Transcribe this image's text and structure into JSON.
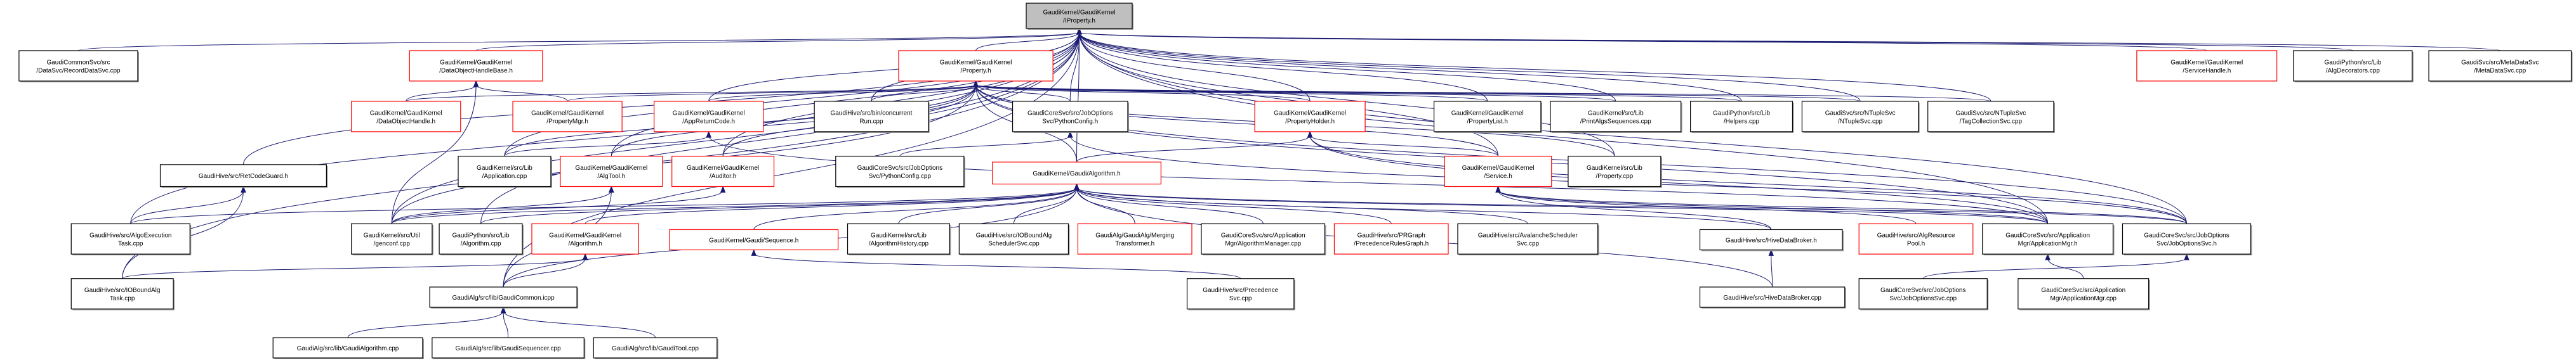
{
  "title": "Include dependency graph for GaudiKernel/GaudiKernel/IProperty.h",
  "colors": {
    "edge": "#191970",
    "root_fill": "#bfbfbf",
    "default_border": "#000000",
    "truncated_border": "#ff0000",
    "node_fill": "#ffffff"
  },
  "nodes": [
    {
      "id": "iproperty",
      "lines": [
        "GaudiKernel/GaudiKernel",
        "/IProperty.h"
      ],
      "kind": "root"
    },
    {
      "id": "recorddatasvc",
      "lines": [
        "GaudiCommonSvc/src",
        "/DataSvc/RecordDataSvc.cpp"
      ],
      "kind": "normal"
    },
    {
      "id": "dataobjecthandlebase",
      "lines": [
        "GaudiKernel/GaudiKernel",
        "/DataObjectHandleBase.h"
      ],
      "kind": "truncated"
    },
    {
      "id": "property_h",
      "lines": [
        "GaudiKernel/GaudiKernel",
        "/Property.h"
      ],
      "kind": "truncated"
    },
    {
      "id": "servicehandle",
      "lines": [
        "GaudiKernel/GaudiKernel",
        "/ServiceHandle.h"
      ],
      "kind": "truncated"
    },
    {
      "id": "algdecorators",
      "lines": [
        "GaudiPython/src/Lib",
        "/AlgDecorators.cpp"
      ],
      "kind": "normal"
    },
    {
      "id": "metadatasvc",
      "lines": [
        "GaudiSvc/src/MetaDataSvc",
        "/MetaDataSvc.cpp"
      ],
      "kind": "normal"
    },
    {
      "id": "dataobjecthandle",
      "lines": [
        "GaudiKernel/GaudiKernel",
        "/DataObjectHandle.h"
      ],
      "kind": "truncated"
    },
    {
      "id": "propertymgr",
      "lines": [
        "GaudiKernel/GaudiKernel",
        "/PropertyMgr.h"
      ],
      "kind": "truncated"
    },
    {
      "id": "appreturncode",
      "lines": [
        "GaudiKernel/GaudiKernel",
        "/AppReturnCode.h"
      ],
      "kind": "truncated"
    },
    {
      "id": "concurrentrun",
      "lines": [
        "GaudiHive/src/bin/concurrent",
        "Run.cpp"
      ],
      "kind": "normal"
    },
    {
      "id": "pythonconfig_h",
      "lines": [
        "GaudiCoreSvc/src/JobOptions",
        "Svc/PythonConfig.h"
      ],
      "kind": "normal"
    },
    {
      "id": "propertyholder",
      "lines": [
        "GaudiKernel/GaudiKernel",
        "/PropertyHolder.h"
      ],
      "kind": "truncated"
    },
    {
      "id": "propertylist",
      "lines": [
        "GaudiKernel/GaudiKernel",
        "/PropertyList.h"
      ],
      "kind": "normal"
    },
    {
      "id": "printalgssequences",
      "lines": [
        "GaudiKernel/src/Lib",
        "/PrintAlgsSequences.cpp"
      ],
      "kind": "normal"
    },
    {
      "id": "helpers",
      "lines": [
        "GaudiPython/src/Lib",
        "/Helpers.cpp"
      ],
      "kind": "normal"
    },
    {
      "id": "ntuplesvc",
      "lines": [
        "GaudiSvc/src/NTupleSvc",
        "/NTupleSvc.cpp"
      ],
      "kind": "normal"
    },
    {
      "id": "tagcollectionsvc",
      "lines": [
        "GaudiSvc/src/NTupleSvc",
        "/TagCollectionSvc.cpp"
      ],
      "kind": "normal"
    },
    {
      "id": "retcodeguard",
      "lines": [
        "GaudiHive/src/RetCodeGuard.h"
      ],
      "kind": "normal"
    },
    {
      "id": "application",
      "lines": [
        "GaudiKernel/src/Lib",
        "/Application.cpp"
      ],
      "kind": "normal"
    },
    {
      "id": "algtool",
      "lines": [
        "GaudiKernel/GaudiKernel",
        "/AlgTool.h"
      ],
      "kind": "truncated"
    },
    {
      "id": "auditor",
      "lines": [
        "GaudiKernel/GaudiKernel",
        "/Auditor.h"
      ],
      "kind": "truncated"
    },
    {
      "id": "pythonconfig_cpp",
      "lines": [
        "GaudiCoreSvc/src/JobOptions",
        "Svc/PythonConfig.cpp"
      ],
      "kind": "normal"
    },
    {
      "id": "gaudi_algorithm",
      "lines": [
        "GaudiKernel/Gaudi/Algorithm.h"
      ],
      "kind": "truncated"
    },
    {
      "id": "service_h",
      "lines": [
        "GaudiKernel/GaudiKernel",
        "/Service.h"
      ],
      "kind": "truncated"
    },
    {
      "id": "property_cpp",
      "lines": [
        "GaudiKernel/src/Lib",
        "/Property.cpp"
      ],
      "kind": "normal"
    },
    {
      "id": "algoexecutiontask",
      "lines": [
        "GaudiHive/src/AlgoExecution",
        "Task.cpp"
      ],
      "kind": "normal"
    },
    {
      "id": "genconf",
      "lines": [
        "GaudiKernel/src/Util",
        "/genconf.cpp"
      ],
      "kind": "normal"
    },
    {
      "id": "py_algorithm",
      "lines": [
        "GaudiPython/src/Lib",
        "/Algorithm.cpp"
      ],
      "kind": "normal"
    },
    {
      "id": "gk_algorithm",
      "lines": [
        "GaudiKernel/GaudiKernel",
        "/Algorithm.h"
      ],
      "kind": "truncated"
    },
    {
      "id": "sequence",
      "lines": [
        "GaudiKernel/Gaudi/Sequence.h"
      ],
      "kind": "truncated"
    },
    {
      "id": "algorithmhistory",
      "lines": [
        "GaudiKernel/src/Lib",
        "/AlgorithmHistory.cpp"
      ],
      "kind": "normal"
    },
    {
      "id": "ioboundschedsvc",
      "lines": [
        "GaudiHive/src/IOBoundAlg",
        "SchedulerSvc.cpp"
      ],
      "kind": "normal"
    },
    {
      "id": "mergingtransformer",
      "lines": [
        "GaudiAlg/GaudiAlg/Merging",
        "Transformer.h"
      ],
      "kind": "truncated"
    },
    {
      "id": "algorithmmanager",
      "lines": [
        "GaudiCoreSvc/src/Application",
        "Mgr/AlgorithmManager.cpp"
      ],
      "kind": "normal"
    },
    {
      "id": "precedencerulesgraph",
      "lines": [
        "GaudiHive/src/PRGraph",
        "/PrecedenceRulesGraph.h"
      ],
      "kind": "truncated"
    },
    {
      "id": "avalanchescheduler",
      "lines": [
        "GaudiHive/src/AvalancheScheduler",
        "Svc.cpp"
      ],
      "kind": "normal"
    },
    {
      "id": "hivedatabroker_h",
      "lines": [
        "GaudiHive/src/HiveDataBroker.h"
      ],
      "kind": "normal"
    },
    {
      "id": "algresourcepool",
      "lines": [
        "GaudiHive/src/AlgResource",
        "Pool.h"
      ],
      "kind": "truncated"
    },
    {
      "id": "applicationmgr_h",
      "lines": [
        "GaudiCoreSvc/src/Application",
        "Mgr/ApplicationMgr.h"
      ],
      "kind": "normal"
    },
    {
      "id": "joboptionssvc_h",
      "lines": [
        "GaudiCoreSvc/src/JobOptions",
        "Svc/JobOptionsSvc.h"
      ],
      "kind": "normal"
    },
    {
      "id": "ioboundalgtask",
      "lines": [
        "GaudiHive/src/IOBoundAlg",
        "Task.cpp"
      ],
      "kind": "normal"
    },
    {
      "id": "gaudicommon",
      "lines": [
        "GaudiAlg/src/lib/GaudiCommon.icpp"
      ],
      "kind": "normal"
    },
    {
      "id": "precedencesvc",
      "lines": [
        "GaudiHive/src/Precedence",
        "Svc.cpp"
      ],
      "kind": "normal"
    },
    {
      "id": "hivedatabroker_cpp",
      "lines": [
        "GaudiHive/src/HiveDataBroker.cpp"
      ],
      "kind": "normal"
    },
    {
      "id": "joboptionssvc_cpp",
      "lines": [
        "GaudiCoreSvc/src/JobOptions",
        "Svc/JobOptionsSvc.cpp"
      ],
      "kind": "normal"
    },
    {
      "id": "applicationmgr_cpp",
      "lines": [
        "GaudiCoreSvc/src/Application",
        "Mgr/ApplicationMgr.cpp"
      ],
      "kind": "normal"
    },
    {
      "id": "gaudialgorithm_cpp",
      "lines": [
        "GaudiAlg/src/lib/GaudiAlgorithm.cpp"
      ],
      "kind": "normal"
    },
    {
      "id": "gaudisequencer_cpp",
      "lines": [
        "GaudiAlg/src/lib/GaudiSequencer.cpp"
      ],
      "kind": "normal"
    },
    {
      "id": "gauditool_cpp",
      "lines": [
        "GaudiAlg/src/lib/GaudiTool.cpp"
      ],
      "kind": "normal"
    }
  ],
  "edges": [
    [
      "recorddatasvc",
      "iproperty"
    ],
    [
      "dataobjecthandlebase",
      "iproperty"
    ],
    [
      "property_h",
      "iproperty"
    ],
    [
      "servicehandle",
      "iproperty"
    ],
    [
      "algdecorators",
      "iproperty"
    ],
    [
      "metadatasvc",
      "iproperty"
    ],
    [
      "algoexecutiontask",
      "iproperty"
    ],
    [
      "ioboundalgtask",
      "iproperty"
    ],
    [
      "genconf",
      "iproperty"
    ],
    [
      "application",
      "iproperty"
    ],
    [
      "algtool",
      "iproperty"
    ],
    [
      "auditor",
      "iproperty"
    ],
    [
      "concurrentrun",
      "iproperty"
    ],
    [
      "pythonconfig_h",
      "iproperty"
    ],
    [
      "gaudi_algorithm",
      "iproperty"
    ],
    [
      "retcodeguard",
      "iproperty"
    ],
    [
      "appreturncode",
      "iproperty"
    ],
    [
      "propertyholder",
      "iproperty"
    ],
    [
      "propertylist",
      "iproperty"
    ],
    [
      "printalgssequences",
      "iproperty"
    ],
    [
      "helpers",
      "iproperty"
    ],
    [
      "ntuplesvc",
      "iproperty"
    ],
    [
      "tagcollectionsvc",
      "iproperty"
    ],
    [
      "property_cpp",
      "iproperty"
    ],
    [
      "service_h",
      "iproperty"
    ],
    [
      "applicationmgr_h",
      "iproperty"
    ],
    [
      "joboptionssvc_h",
      "iproperty"
    ],
    [
      "gaudicommon",
      "iproperty"
    ],
    [
      "py_algorithm",
      "iproperty"
    ],
    [
      "dataobjecthandle",
      "dataobjecthandlebase"
    ],
    [
      "propertymgr",
      "dataobjecthandlebase"
    ],
    [
      "genconf",
      "dataobjecthandlebase"
    ],
    [
      "dataobjecthandle",
      "property_h"
    ],
    [
      "propertymgr",
      "property_h"
    ],
    [
      "appreturncode",
      "property_h"
    ],
    [
      "concurrentrun",
      "property_h"
    ],
    [
      "pythonconfig_h",
      "property_h"
    ],
    [
      "propertyholder",
      "property_h"
    ],
    [
      "propertylist",
      "property_h"
    ],
    [
      "printalgssequences",
      "property_h"
    ],
    [
      "helpers",
      "property_h"
    ],
    [
      "ntuplesvc",
      "property_h"
    ],
    [
      "tagcollectionsvc",
      "property_h"
    ],
    [
      "gaudi_algorithm",
      "property_h"
    ],
    [
      "application",
      "property_h"
    ],
    [
      "genconf",
      "property_h"
    ],
    [
      "property_cpp",
      "property_h"
    ],
    [
      "service_h",
      "property_h"
    ],
    [
      "joboptionssvc_h",
      "property_h"
    ],
    [
      "applicationmgr_h",
      "property_h"
    ],
    [
      "algtool",
      "property_h"
    ],
    [
      "auditor",
      "property_h"
    ],
    [
      "application",
      "appreturncode"
    ],
    [
      "applicationmgr_h",
      "appreturncode"
    ],
    [
      "pythonconfig_cpp",
      "pythonconfig_h"
    ],
    [
      "joboptionssvc_h",
      "pythonconfig_h"
    ],
    [
      "gaudi_algorithm",
      "propertyholder"
    ],
    [
      "service_h",
      "propertyholder"
    ],
    [
      "joboptionssvc_h",
      "propertyholder"
    ],
    [
      "applicationmgr_h",
      "propertyholder"
    ],
    [
      "algoexecutiontask",
      "retcodeguard"
    ],
    [
      "ioboundalgtask",
      "retcodeguard"
    ],
    [
      "genconf",
      "algtool"
    ],
    [
      "gaudicommon",
      "algtool"
    ],
    [
      "genconf",
      "auditor"
    ],
    [
      "genconf",
      "gaudi_algorithm"
    ],
    [
      "py_algorithm",
      "gaudi_algorithm"
    ],
    [
      "gk_algorithm",
      "gaudi_algorithm"
    ],
    [
      "sequence",
      "gaudi_algorithm"
    ],
    [
      "algorithmhistory",
      "gaudi_algorithm"
    ],
    [
      "ioboundschedsvc",
      "gaudi_algorithm"
    ],
    [
      "mergingtransformer",
      "gaudi_algorithm"
    ],
    [
      "algorithmmanager",
      "gaudi_algorithm"
    ],
    [
      "precedencerulesgraph",
      "gaudi_algorithm"
    ],
    [
      "avalanchescheduler",
      "gaudi_algorithm"
    ],
    [
      "hivedatabroker_h",
      "gaudi_algorithm"
    ],
    [
      "hivedatabroker_cpp",
      "gaudi_algorithm"
    ],
    [
      "algoexecutiontask",
      "gaudi_algorithm"
    ],
    [
      "applicationmgr_h",
      "gaudi_algorithm"
    ],
    [
      "joboptionssvc_h",
      "gaudi_algorithm"
    ],
    [
      "gaudicommon",
      "gaudi_algorithm"
    ],
    [
      "hivedatabroker_h",
      "service_h"
    ],
    [
      "algresourcepool",
      "service_h"
    ],
    [
      "applicationmgr_h",
      "service_h"
    ],
    [
      "joboptionssvc_h",
      "service_h"
    ],
    [
      "ioboundalgtask",
      "gk_algorithm"
    ],
    [
      "gaudicommon",
      "gk_algorithm"
    ],
    [
      "precedencesvc",
      "sequence"
    ],
    [
      "hivedatabroker_cpp",
      "hivedatabroker_h"
    ],
    [
      "joboptionssvc_cpp",
      "joboptionssvc_h"
    ],
    [
      "applicationmgr_cpp",
      "applicationmgr_h"
    ],
    [
      "gaudialgorithm_cpp",
      "gaudicommon"
    ],
    [
      "gaudisequencer_cpp",
      "gaudicommon"
    ],
    [
      "gauditool_cpp",
      "gaudicommon"
    ]
  ]
}
